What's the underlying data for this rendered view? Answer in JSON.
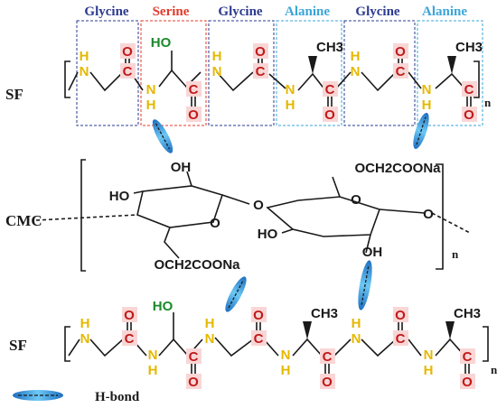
{
  "residues": [
    "Glycine",
    "Serine",
    "Glycine",
    "Alanine",
    "Glycine",
    "Alanine"
  ],
  "labels": {
    "sf": "SF",
    "cmc": "CMC",
    "subscript": "n"
  },
  "atoms": {
    "n": "N",
    "h": "H",
    "c": "C",
    "o": "O",
    "ho": "HO",
    "oh": "OH",
    "ch3": "CH3",
    "ring_o": "O",
    "cmc_sub1": "OCH2COONa",
    "cmc_sub2": "OCH2COONa"
  },
  "legend": {
    "hbond": "H-bond"
  },
  "colors": {
    "glycine": "#2b3a8f",
    "serine": "#e03a2a",
    "alanine": "#3aa5d8",
    "nitrogen": "#e6b800",
    "carbon": "#c01a1a",
    "oxygen": "#c01a1a",
    "hydroxyl": "#1a8a2a",
    "hbond": "#3aa8e8",
    "highlight": "#f9d6d6"
  }
}
